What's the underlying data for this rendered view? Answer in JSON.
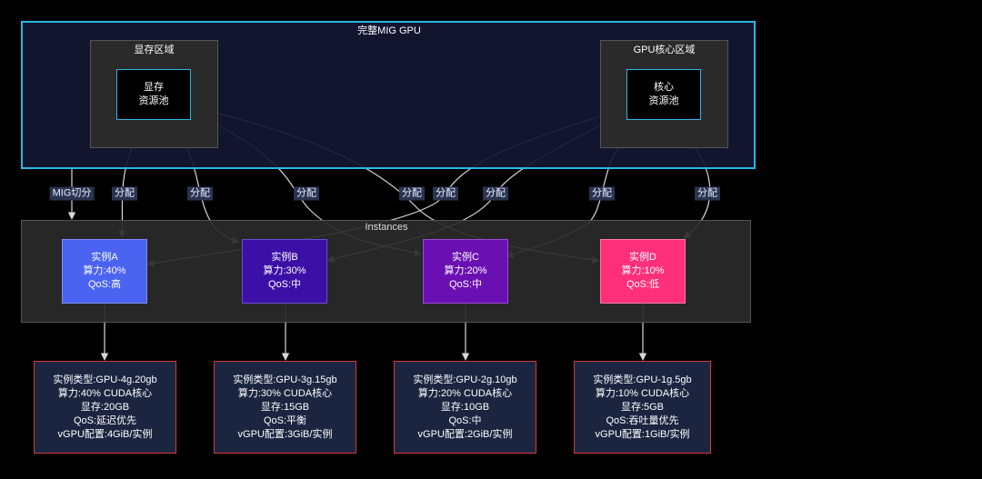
{
  "colors": {
    "background": "#000000",
    "outer_border": "#2ab7e6",
    "outer_fill": "#151733",
    "region_fill": "#2a2a2a",
    "pool_border": "#2ab7e6",
    "edge": "#d8d8d8",
    "instance_a": "#4a63f0",
    "instance_b": "#3c0fa6",
    "instance_c": "#6a10b3",
    "instance_d": "#ff2f7a",
    "spec_fill": "#1b2540",
    "spec_border": "#d63a3a"
  },
  "outer": {
    "title": "完整MIG GPU"
  },
  "memory_region": {
    "title": "显存区域",
    "pool_lines": [
      "显存",
      "资源池"
    ]
  },
  "core_region": {
    "title": "GPU核心区域",
    "pool_lines": [
      "核心",
      "资源池"
    ]
  },
  "instances_group": {
    "title": "Instances"
  },
  "edge_labels": {
    "mig": "MIG切分",
    "alloc": "分配"
  },
  "instances": [
    {
      "name": "实例A",
      "compute": "算力:40%",
      "qos": "QoS:高"
    },
    {
      "name": "实例B",
      "compute": "算力:30%",
      "qos": "QoS:中"
    },
    {
      "name": "实例C",
      "compute": "算力:20%",
      "qos": "QoS:中"
    },
    {
      "name": "实例D",
      "compute": "算力:10%",
      "qos": "QoS:低"
    }
  ],
  "specs": [
    {
      "type": "实例类型:GPU-4g.20gb",
      "compute": "算力:40% CUDA核心",
      "memory": "显存:20GB",
      "qos": "QoS:延迟优先",
      "vgpu": "vGPU配置:4GiB/实例"
    },
    {
      "type": "实例类型:GPU-3g.15gb",
      "compute": "算力:30% CUDA核心",
      "memory": "显存:15GB",
      "qos": "QoS:平衡",
      "vgpu": "vGPU配置:3GiB/实例"
    },
    {
      "type": "实例类型:GPU-2g.10gb",
      "compute": "算力:20% CUDA核心",
      "memory": "显存:10GB",
      "qos": "QoS:中",
      "vgpu": "vGPU配置:2GiB/实例"
    },
    {
      "type": "实例类型:GPU-1g.5gb",
      "compute": "算力:10% CUDA核心",
      "memory": "显存:5GB",
      "qos": "QoS:吞吐量优先",
      "vgpu": "vGPU配置:1GiB/实例"
    }
  ]
}
